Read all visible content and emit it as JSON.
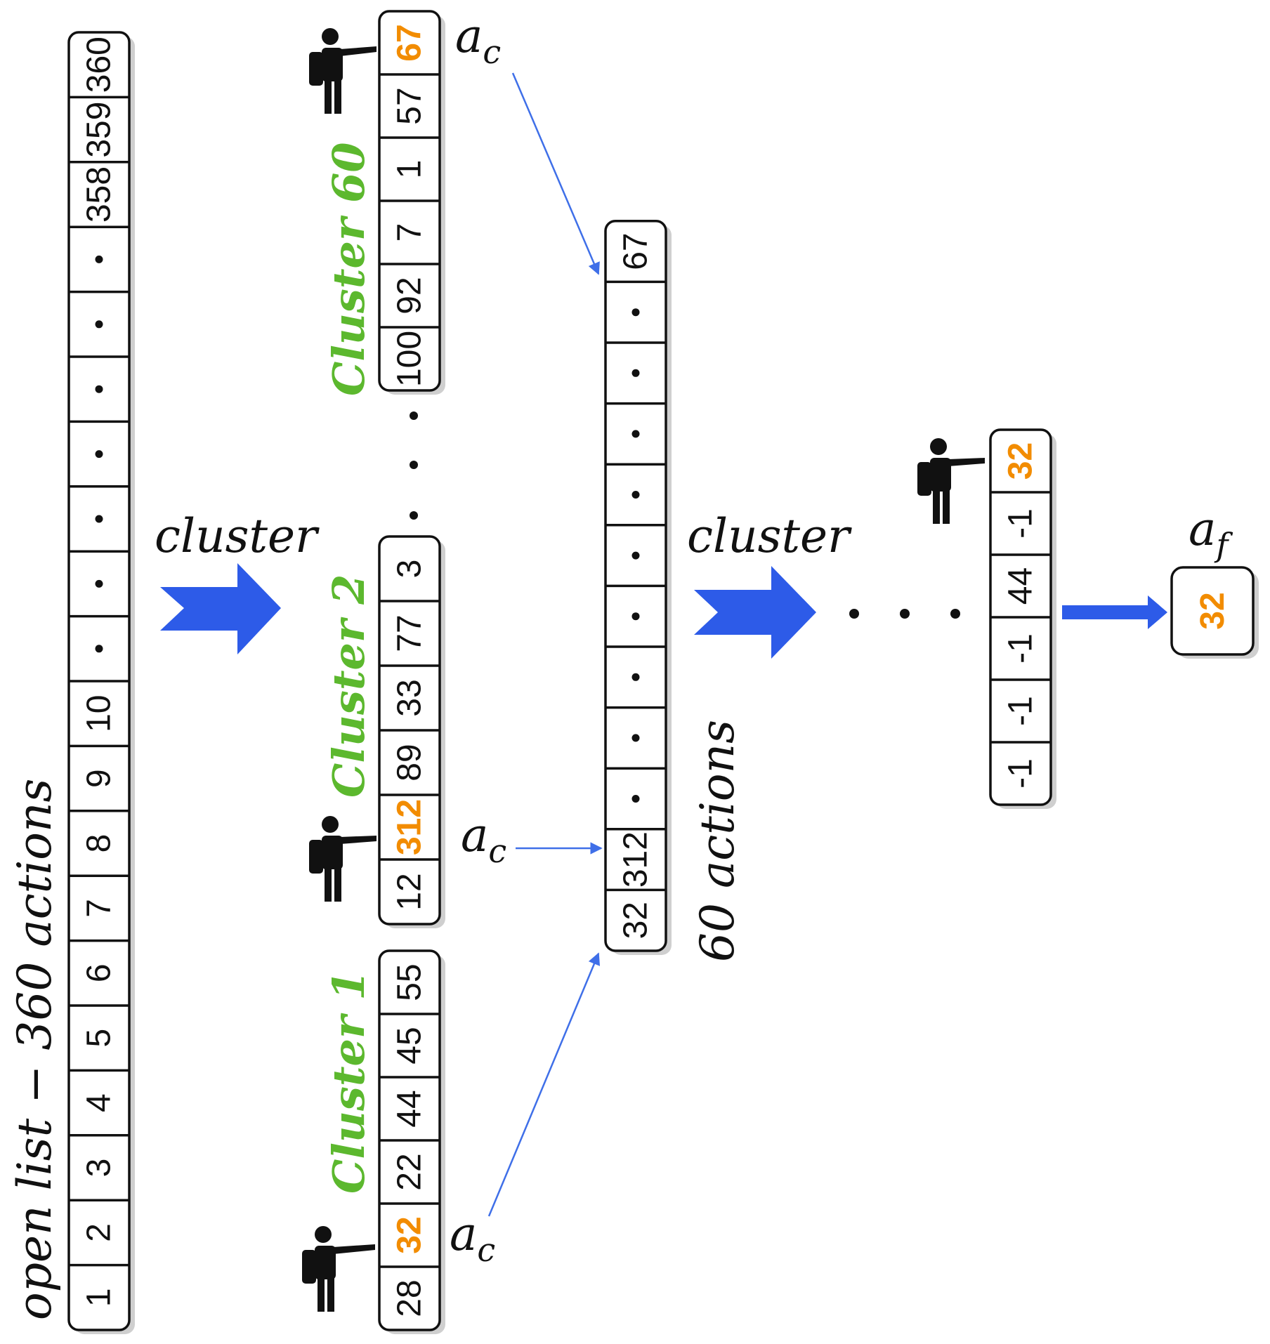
{
  "open_list": {
    "label": "open list  −  360 actions",
    "cells": [
      "1",
      "2",
      "3",
      "4",
      "5",
      "6",
      "7",
      "8",
      "9",
      "10",
      "·",
      "·",
      "·",
      "·",
      "·",
      "·",
      "·",
      "358",
      "359",
      "360"
    ]
  },
  "step1": {
    "arrow_label": "cluster"
  },
  "clusters": [
    {
      "label": "Cluster 1",
      "cells": [
        "28",
        "32",
        "22",
        "44",
        "45",
        "55"
      ],
      "chosen_index": 1,
      "pointer_label": "a",
      "pointer_sub": "c"
    },
    {
      "label": "Cluster 2",
      "cells": [
        "12",
        "312",
        "89",
        "33",
        "77",
        "3"
      ],
      "chosen_index": 1,
      "pointer_label": "a",
      "pointer_sub": "c"
    },
    {
      "label": "Cluster 60",
      "cells": [
        "100",
        "92",
        "7",
        "1",
        "57",
        "67"
      ],
      "chosen_index": 5,
      "pointer_label": "a",
      "pointer_sub": "c"
    }
  ],
  "middle_list": {
    "label": "60 actions",
    "cells": [
      "32",
      "312",
      "·",
      "·",
      "·",
      "·",
      "·",
      "·",
      "·",
      "·",
      "·",
      "67"
    ]
  },
  "step2": {
    "arrow_label": "cluster"
  },
  "final_cluster": {
    "cells": [
      "-1",
      "-1",
      "-1",
      "44",
      "-1",
      "32"
    ],
    "chosen_index": 5
  },
  "final_action": {
    "label": "a",
    "sub": "f",
    "value": "32"
  },
  "colors": {
    "highlight": "#f28c00",
    "cluster_label": "#5cb82e",
    "arrow": "#2d5be8",
    "thin_arrow": "#3f6fe8"
  },
  "icons": [
    "pointing-person-icon",
    "right-block-arrow-icon"
  ]
}
